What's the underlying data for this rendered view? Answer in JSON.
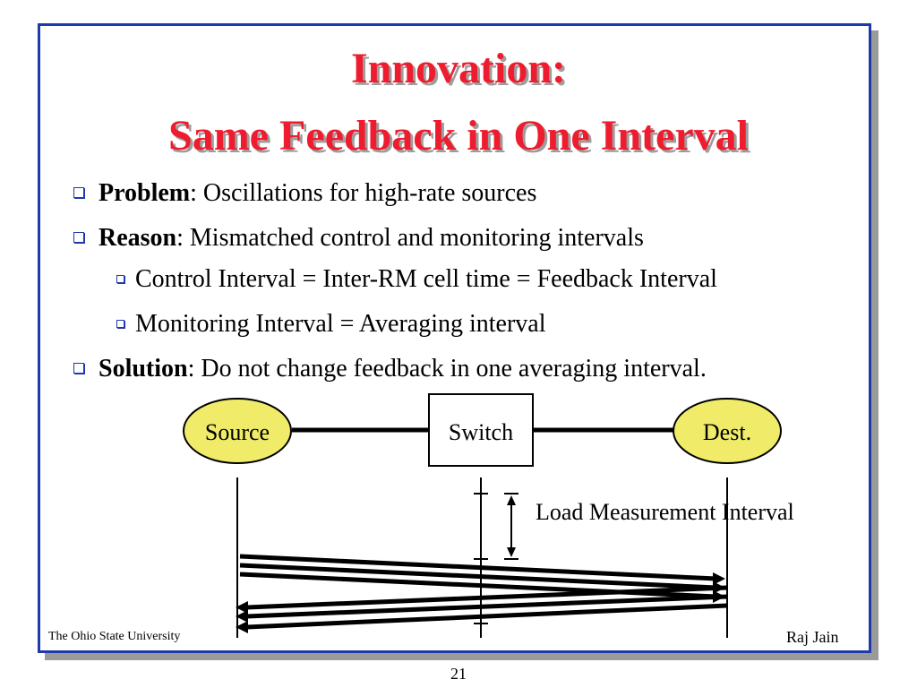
{
  "title": {
    "line1": "Innovation:",
    "line2": "Same Feedback in One Interval"
  },
  "bullets": [
    {
      "label": "Problem",
      "text": ": Oscillations for high-rate sources"
    },
    {
      "label": "Reason",
      "text": ": Mismatched control and monitoring intervals"
    },
    {
      "text": "Control Interval = Inter-RM cell time = Feedback Interval"
    },
    {
      "text": "Monitoring Interval = Averaging interval"
    },
    {
      "label": "Solution",
      "text": ": Do not change feedback in one averaging interval."
    }
  ],
  "diagram": {
    "source_label": "Source",
    "switch_label": "Switch",
    "dest_label": "Dest.",
    "interval_label": "Load Measurement Interval",
    "node_fill": "#f0ec6a"
  },
  "footer": {
    "left": "The Ohio State University",
    "right": "Raj Jain"
  },
  "page_number": "21",
  "colors": {
    "title": "#ee1c2e",
    "frame_border": "#1e3aa8"
  }
}
